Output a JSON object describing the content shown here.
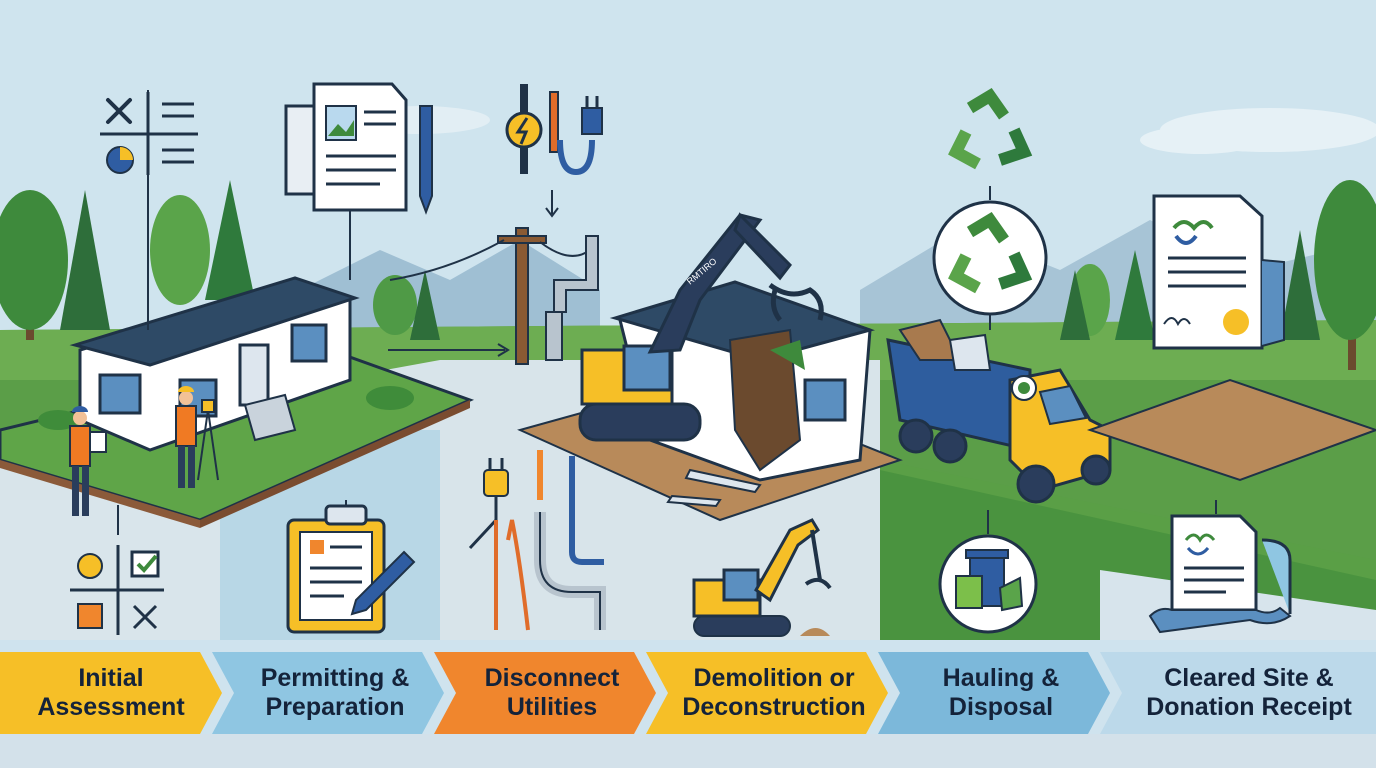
{
  "steps": [
    {
      "line1": "Initial",
      "line2": "Assessment",
      "color": "#f6bf27"
    },
    {
      "line1": "Permitting &",
      "line2": "Preparation",
      "color": "#8fc6e2"
    },
    {
      "line1": "Disconnect",
      "line2": "Utilities",
      "color": "#f0862d"
    },
    {
      "line1": "Demolition or",
      "line2": "Deconstruction",
      "color": "#f6bf27"
    },
    {
      "line1": "Hauling &",
      "line2": "Disposal",
      "color": "#7cb8da"
    },
    {
      "line1": "Cleared Site &",
      "line2": "Donation Receipt",
      "color": "#bcd9ea"
    }
  ],
  "excavator_brand": "RMTIRO",
  "icons": [
    "tools-chart-icon",
    "plans-document-icon",
    "utility-meter-plug-icon",
    "recycle-icon",
    "recycle-circle-icon",
    "certificate-icon",
    "checklist-icon",
    "clipboard-pen-icon",
    "utility-pipes-icon",
    "small-excavator-icon",
    "trash-bin-icon",
    "donation-receipt-icon"
  ]
}
